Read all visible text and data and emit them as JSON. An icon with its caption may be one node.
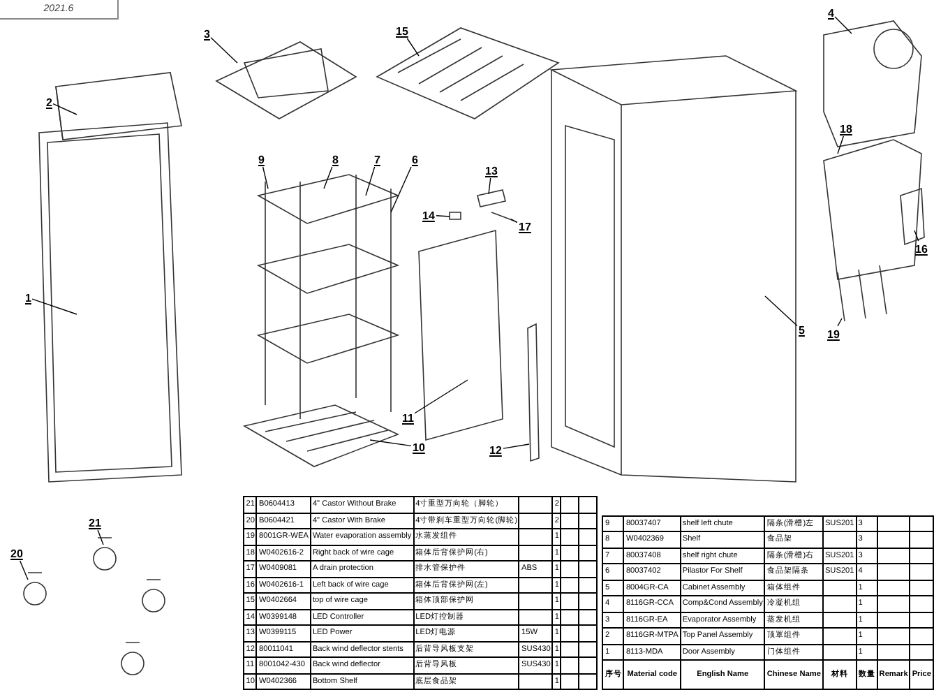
{
  "diagram": {
    "nodes": [
      {
        "text": [
          "4"
        ]
      },
      {
        "text": [
          "3"
        ]
      },
      {
        "text": [
          "15"
        ]
      },
      {
        "text": [
          "2"
        ]
      },
      {
        "text": [
          "14"
        ]
      },
      {
        "text": [
          "13"
        ]
      },
      {
        "text": [
          "9"
        ]
      },
      {
        "text": [
          "8"
        ]
      },
      {
        "text": [
          "7"
        ]
      },
      {
        "text": [
          "6"
        ]
      },
      {
        "text": [
          "17"
        ]
      },
      {
        "text": [
          "18"
        ]
      },
      {
        "text": [
          "16"
        ]
      },
      {
        "text": [
          "19"
        ]
      },
      {
        "text": [
          "1"
        ]
      },
      {
        "text": [
          "5"
        ]
      },
      {
        "text": [
          "11"
        ]
      },
      {
        "text": [
          "10"
        ]
      },
      {
        "text": [
          "12"
        ]
      },
      {
        "text": [
          "21"
        ]
      },
      {
        "text": [
          "20"
        ]
      }
    ],
    "edges": [
      {
        "from": 0,
        "to": null,
        "arrow": "none"
      },
      {
        "from": 1,
        "to": null,
        "arrow": "none"
      },
      {
        "from": 2,
        "to": null,
        "arrow": "none"
      },
      {
        "from": 3,
        "to": null,
        "arrow": "none"
      },
      {
        "from": 4,
        "to": null,
        "arrow": "none"
      },
      {
        "from": 5,
        "to": null,
        "arrow": "none"
      },
      {
        "from": 6,
        "to": null,
        "arrow": "none"
      },
      {
        "from": 7,
        "to": null,
        "arrow": "none"
      },
      {
        "from": 8,
        "to": null,
        "arrow": "none"
      },
      {
        "from": 9,
        "to": null,
        "arrow": "none"
      },
      {
        "from": 10,
        "to": null,
        "arrow": "none"
      },
      {
        "from": 11,
        "to": null,
        "arrow": "none"
      },
      {
        "from": 12,
        "to": null,
        "arrow": "none"
      },
      {
        "from": 13,
        "to": null,
        "arrow": "none"
      },
      {
        "from": 14,
        "to": null,
        "arrow": "none"
      },
      {
        "from": 15,
        "to": null,
        "arrow": "none"
      },
      {
        "from": 16,
        "to": null,
        "arrow": "none"
      },
      {
        "from": 17,
        "to": null,
        "arrow": "none"
      },
      {
        "from": 18,
        "to": null,
        "arrow": "none"
      },
      {
        "from": 19,
        "to": null,
        "arrow": "none"
      },
      {
        "from": 20,
        "to": null,
        "arrow": "none"
      }
    ],
    "labels": [
      "2021.6",
      "21",
      "B0604413",
      "4\" Castor Without Brake",
      "4寸重型万向轮（脚轮）",
      "2",
      "20",
      "B0604421",
      "4\" Castor With Brake",
      "4寸带刹车重型万向轮(脚轮)",
      "2",
      "19",
      "8001GR-WEA",
      "Water evaporation assembly",
      "水蒸发组件",
      "1",
      "18",
      "W0402616-2",
      "Right back of wire cage",
      "箱体后背保护网(右)",
      "1",
      "17",
      "W0409081",
      "A drain protection",
      "排水管保护件",
      "ABS",
      "1",
      "16",
      "W0402616-1",
      "Left back of wire cage",
      "箱体后背保护网(左)",
      "1",
      "15",
      "W0402664",
      "top of wire cage",
      "箱体顶部保护网",
      "1",
      "14",
      "W0399148",
      "LED Controller",
      "LED灯控制器",
      "1",
      "13",
      "W0399115",
      "LED Power",
      "LED灯电源",
      "15W",
      "1",
      "12",
      "80011041",
      "Back wind deflector stents",
      "后背导风板支架",
      "SUS430",
      "1",
      "11",
      "8001042-430",
      "Back wind deflector",
      "后背导风板",
      "SUS430",
      "1",
      "10",
      "W0402366",
      "Bottom Shelf",
      "底层食品架",
      "1",
      "9",
      "80037407",
      "shelf left chute",
      "隔条(滑槽)左",
      "SUS201",
      "3",
      "8",
      "W0402369",
      "Shelf",
      "食品架",
      "3",
      "7",
      "80037408",
      "shelf right chute",
      "隔条(滑槽)右",
      "SUS201",
      "3",
      "6",
      "80037402",
      "Pilastor For Shelf",
      "食品架隔条",
      "SUS201",
      "4",
      "5",
      "8004GR-CA",
      "Cabinet Assembly",
      "箱体组件",
      "1",
      "4",
      "8116GR-CCA",
      "Comp&Cond Assembly",
      "冷凝机组",
      "1",
      "3",
      "8116GR-EA",
      "Evaporator Assembly",
      "蒸发机组",
      "1",
      "2",
      "8116GR-MTPA",
      "Top Panel Assembly",
      "顶罩组件",
      "1",
      "1",
      "8113-MDA",
      "Door Assembly",
      "门体组件",
      "1",
      "序号",
      "Material code",
      "English Name",
      "Chinese Name",
      "材料",
      "数量",
      "Remark",
      "Price"
    ]
  }
}
